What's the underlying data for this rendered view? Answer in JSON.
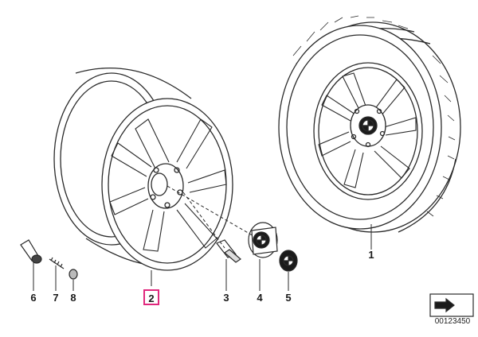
{
  "callouts": {
    "c1": "1",
    "c2": "2",
    "c3": "3",
    "c4": "4",
    "c5": "5",
    "c6": "6",
    "c7": "7",
    "c8": "8"
  },
  "part_number": "00123450",
  "colors": {
    "line": "#2a2a2a",
    "highlight": "#e0287d",
    "part_fill": "#ffffff",
    "dark_part": "#1b1b1b"
  },
  "icons": [
    "wheel-rim",
    "complete-wheel",
    "wheel-bolt",
    "hub-cap",
    "emblem",
    "valve",
    "valve-core",
    "valve-cap",
    "view-arrow-icon"
  ]
}
